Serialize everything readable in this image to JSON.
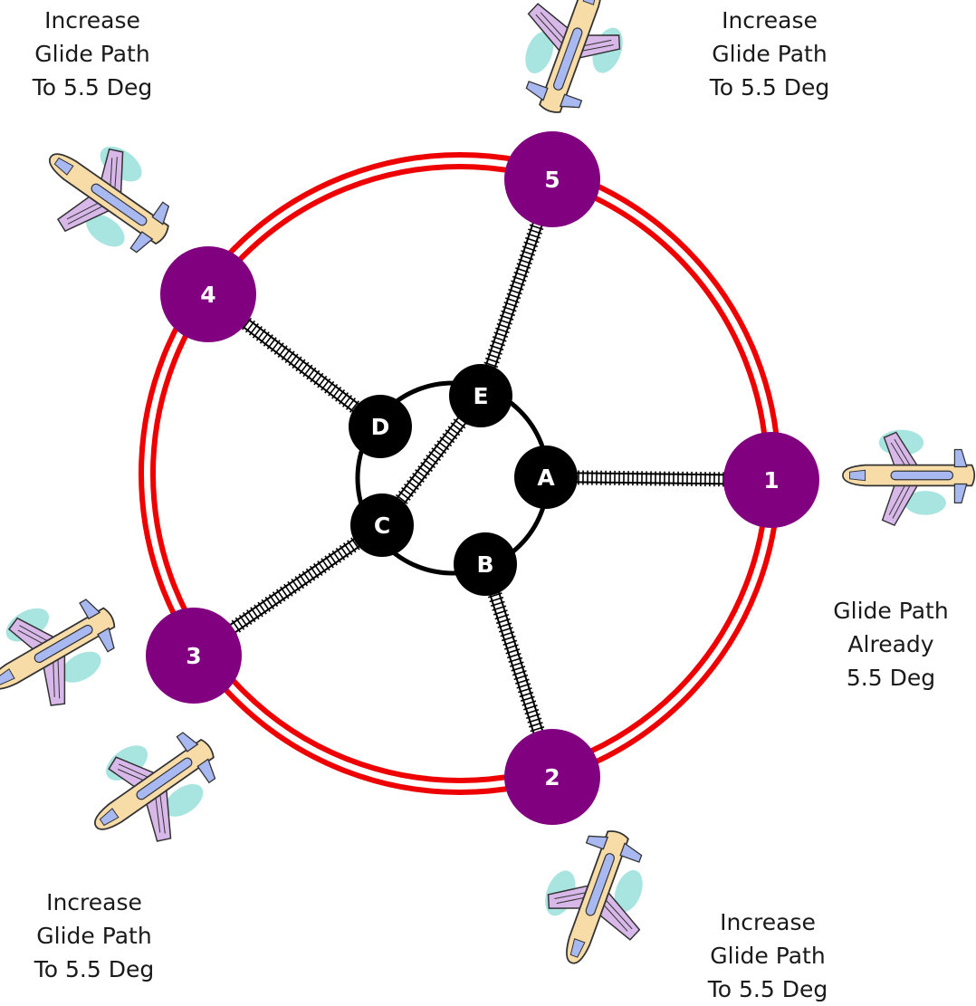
{
  "diagram": {
    "outer_nodes": [
      {
        "id": "1",
        "label": "1"
      },
      {
        "id": "2",
        "label": "2"
      },
      {
        "id": "3",
        "label": "3"
      },
      {
        "id": "4",
        "label": "4"
      },
      {
        "id": "5",
        "label": "5"
      }
    ],
    "inner_nodes": [
      {
        "id": "A",
        "label": "A"
      },
      {
        "id": "B",
        "label": "B"
      },
      {
        "id": "C",
        "label": "C"
      },
      {
        "id": "D",
        "label": "D"
      },
      {
        "id": "E",
        "label": "E"
      }
    ],
    "links": [
      {
        "from": "A",
        "to": "1"
      },
      {
        "from": "B",
        "to": "2"
      },
      {
        "from": "C",
        "to": "3"
      },
      {
        "from": "D",
        "to": "4"
      },
      {
        "from": "E",
        "to": "5"
      },
      {
        "from": "C",
        "to": "E"
      }
    ],
    "captions": {
      "top_left": "Increase\nGlide Path\nTo 5.5 Deg",
      "top_right": "Increase\nGlide Path\nTo 5.5 Deg",
      "right": "Glide Path\nAlready\n5.5 Deg",
      "bottom_left": "Increase\nGlide Path\nTo 5.5 Deg",
      "bottom_right": "Increase\nGlide Path\nTo 5.5 Deg"
    },
    "colors": {
      "outer_ring": "#ee0000",
      "outer_node": "#800080",
      "inner_node": "#000000",
      "track": "#000000",
      "plane_body": "#f8dca8",
      "plane_window": "#a8b8f0",
      "plane_wing": "#d8b8e8",
      "plane_cloud": "#a8e4e0"
    }
  }
}
